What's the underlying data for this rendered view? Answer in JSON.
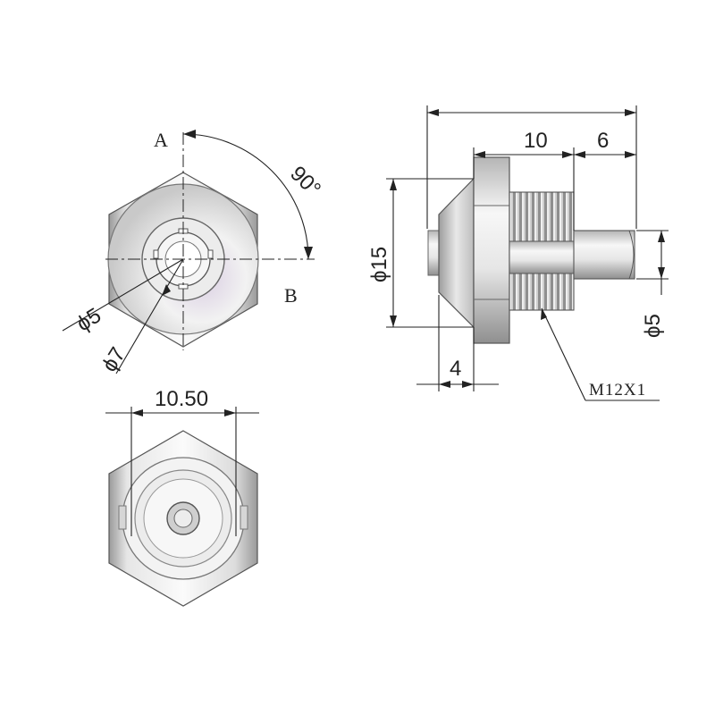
{
  "front_view": {
    "label_a": "A",
    "label_b": "B",
    "angle": "90°",
    "dia_inner": "ϕ5",
    "dia_outer": "ϕ7"
  },
  "side_view": {
    "length_total_body": "10",
    "length_shaft": "6",
    "dia_flange": "ϕ15",
    "flange_thickness": "4",
    "dia_shaft": "ϕ5",
    "thread_callout": "M12X1"
  },
  "back_view": {
    "across_flats": "10.50"
  },
  "colors": {
    "line": "#222222",
    "metal_light": "#f4f4f4",
    "metal_mid": "#c8c8c8",
    "metal_dark": "#8a8a8a",
    "tint": "#e2d6e8"
  }
}
